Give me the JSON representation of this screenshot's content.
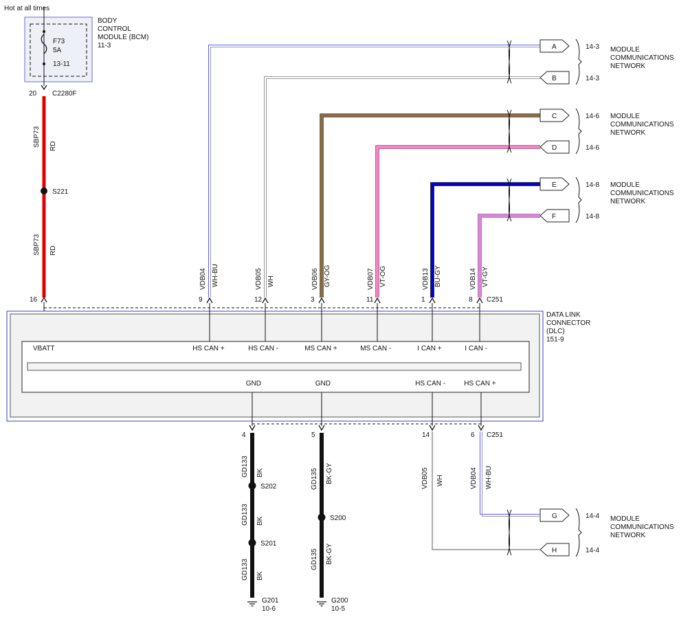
{
  "power": {
    "hot_label": "Hot at all times",
    "bcm": [
      "BODY",
      "CONTROL",
      "MODULE (BCM)",
      "11-3"
    ],
    "fuse": {
      "name": "F73",
      "rating": "5A",
      "ref": "13-11"
    },
    "connector_pin": "20",
    "connector": "C2280F",
    "upper_circuit": "SBP73",
    "upper_color": "RD",
    "splice": "S221",
    "lower_circuit": "SBP73",
    "lower_color": "RD",
    "dlc_pin": "16"
  },
  "dlc": {
    "title": [
      "DATA LINK",
      "CONNECTOR",
      "(DLC)",
      "151-9"
    ],
    "connector": "C251",
    "top_pins": [
      {
        "pin": "9",
        "circuit": "VDB04",
        "color": "WH-BU",
        "label": "HS CAN +"
      },
      {
        "pin": "12",
        "circuit": "VDB05",
        "color": "WH",
        "label": "HS CAN -"
      },
      {
        "pin": "3",
        "circuit": "VDB06",
        "color": "GY-OG",
        "label": "MS CAN +"
      },
      {
        "pin": "11",
        "circuit": "VDB07",
        "color": "VT-OG",
        "label": "MS CAN -"
      },
      {
        "pin": "1",
        "circuit": "VDB13",
        "color": "BU-GY",
        "label": "I CAN +"
      },
      {
        "pin": "8",
        "circuit": "VDB14",
        "color": "VT-GY",
        "label": "I CAN -"
      }
    ],
    "vbatt_label": "VBATT",
    "bottom_labels": [
      "GND",
      "GND",
      "HS CAN -",
      "HS CAN +"
    ],
    "bottom_pins": [
      "4",
      "5",
      "14",
      "6"
    ],
    "bottom_connector": "C251"
  },
  "grounds": [
    {
      "circuit": "GD133",
      "color": "BK",
      "splices": [
        "S202",
        "S201"
      ],
      "ground": "G201",
      "ref": "10-6"
    },
    {
      "circuit": "GD135",
      "color": "BK-GY",
      "splices": [
        "S200"
      ],
      "ground": "G200",
      "ref": "10-5"
    }
  ],
  "bottom_can": [
    {
      "circuit": "VDB05",
      "color": "WH"
    },
    {
      "circuit": "VDB04",
      "color": "WH-BU"
    }
  ],
  "network_refs": [
    {
      "letter": "A",
      "ref": "14-3"
    },
    {
      "letter": "B",
      "ref": "14-3"
    },
    {
      "letter": "C",
      "ref": "14-6"
    },
    {
      "letter": "D",
      "ref": "14-6"
    },
    {
      "letter": "E",
      "ref": "14-8"
    },
    {
      "letter": "F",
      "ref": "14-8"
    },
    {
      "letter": "G",
      "ref": "14-4"
    },
    {
      "letter": "H",
      "ref": "14-4"
    }
  ],
  "network_label": [
    "MODULE",
    "COMMUNICATIONS",
    "NETWORK"
  ],
  "wire_colors": {
    "red": "#e00000",
    "black": "#111111",
    "brown": "#8b6a3e",
    "pink": "#ff7fc8",
    "blue": "#0000dd",
    "violet": "#e27fe0",
    "wh_bu": "#5a5aff",
    "dlc_border": "#3b3bc8",
    "dlc_fill": "#f2f2f2"
  }
}
